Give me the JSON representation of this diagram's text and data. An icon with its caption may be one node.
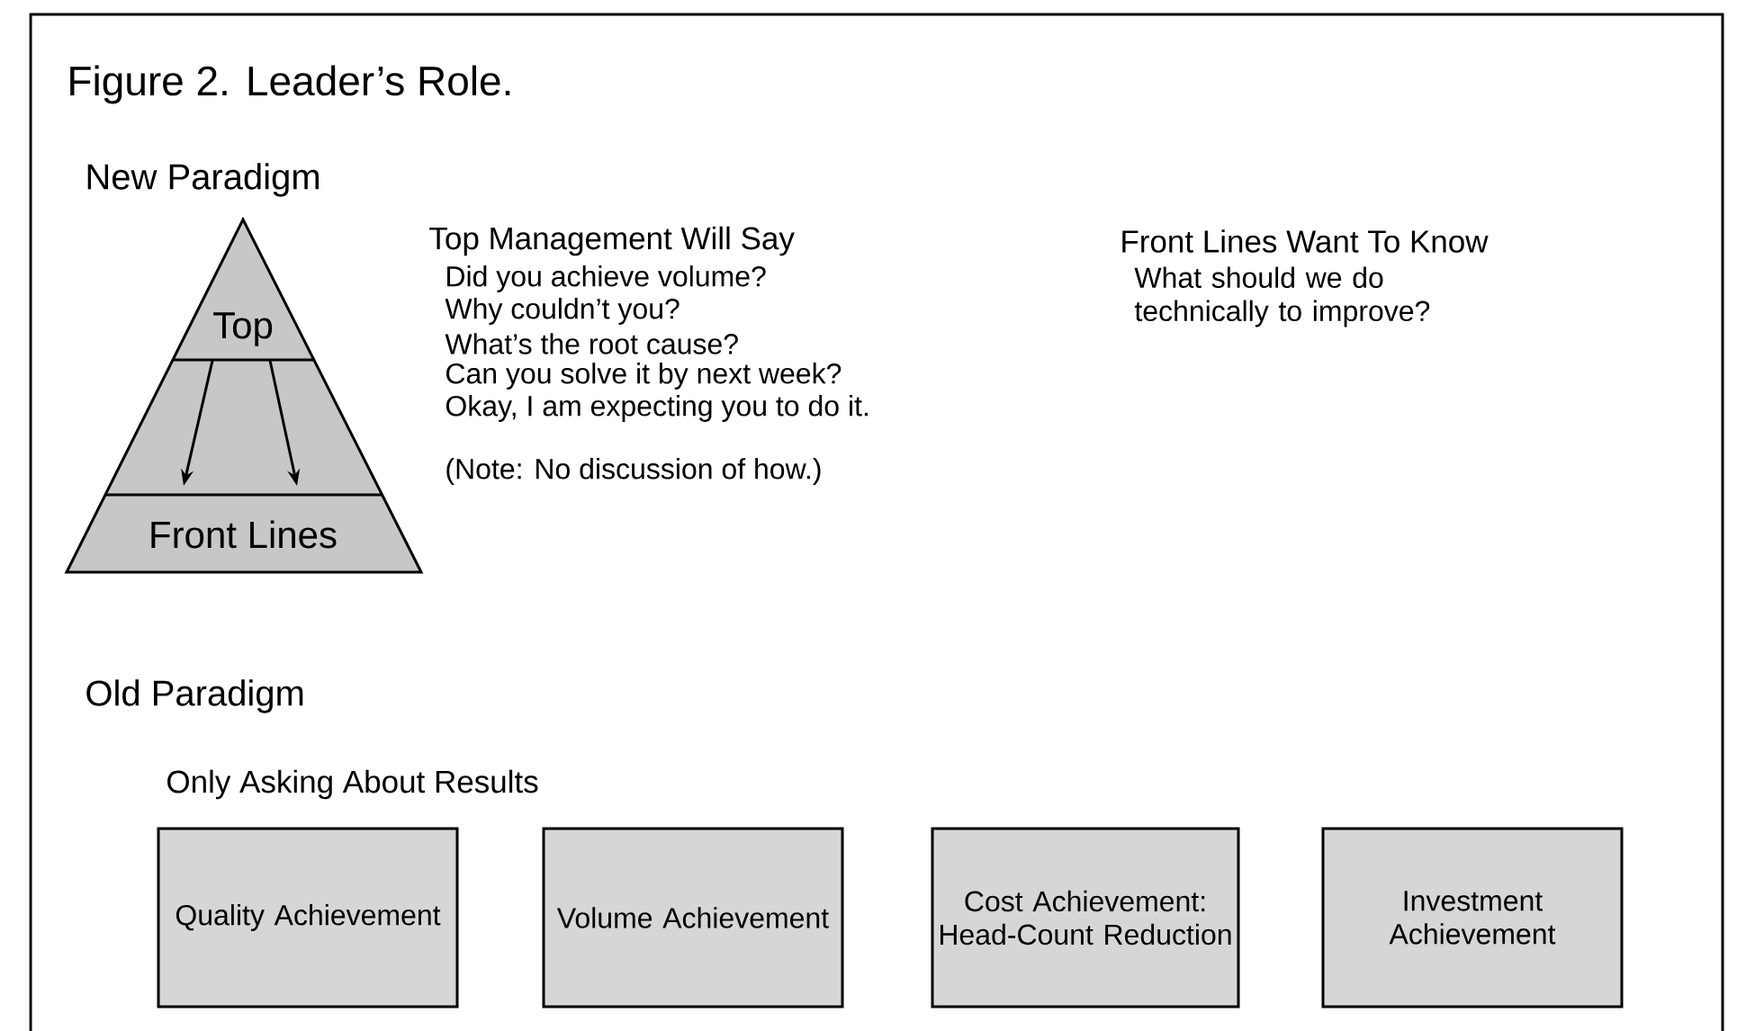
{
  "diagram": {
    "title": "Figure 2. Leader’s Role.",
    "nodes": [
      {
        "text": [
          "Top"
        ]
      },
      {
        "text": [
          "Front Lines"
        ]
      },
      {
        "text": [
          "Quality Achievement"
        ]
      },
      {
        "text": [
          "Volume Achievement"
        ]
      },
      {
        "text": [
          "Cost Achievement: Head-Count Reduction"
        ]
      },
      {
        "text": [
          "Investment Achievement"
        ]
      }
    ],
    "edges": [
      {
        "from": 0,
        "to": 1,
        "arrow": "to"
      },
      {
        "from": 0,
        "to": 1,
        "arrow": "to"
      }
    ],
    "labels": [
      "New Paradigm",
      "Top Management Will Say",
      "Did you achieve volume?",
      "Why couldn’t you?",
      "What’s the root cause?",
      "Can you solve it by next week?",
      "Okay, I am expecting you to do it.",
      "(Note: No discussion of how.)",
      "Front Lines Want To Know",
      "What should we do technically to improve?",
      "Old Paradigm",
      "Only Asking About Results"
    ]
  }
}
